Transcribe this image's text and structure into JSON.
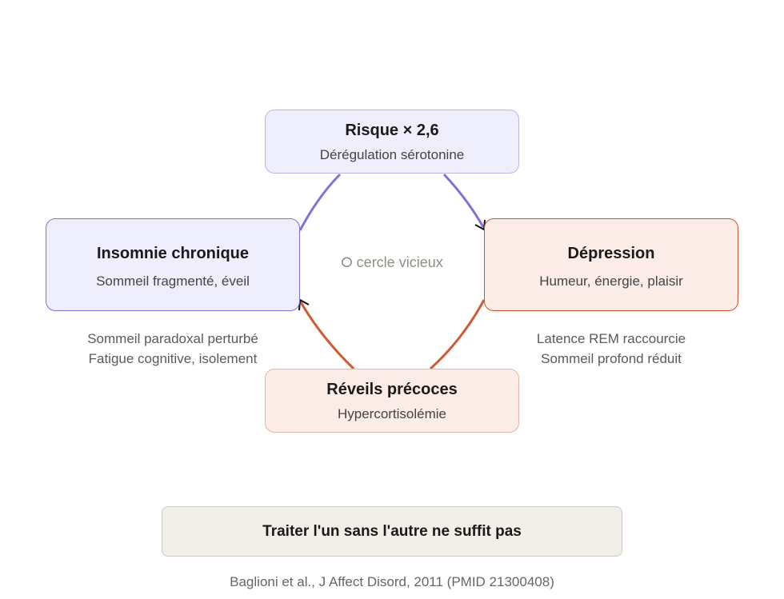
{
  "nodes": {
    "risk": {
      "title": "Risque × 2,6",
      "subtitle": "Dérégulation sérotonine"
    },
    "insomnia": {
      "title": "Insomnie chronique",
      "subtitle": "Sommeil fragmenté, éveil"
    },
    "depression": {
      "title": "Dépression",
      "subtitle": "Humeur, énergie, plaisir"
    },
    "early_waking": {
      "title": "Réveils précoces",
      "subtitle": "Hypercortisolémie"
    }
  },
  "center_label": "⭘ cercle vicieux",
  "notes": {
    "left": [
      "Sommeil paradoxal perturbé",
      "Fatigue cognitive, isolement"
    ],
    "right": [
      "Latence REM raccourcie",
      "Sommeil profond réduit"
    ]
  },
  "conclusion": "Traiter l'un sans l'autre ne suffit pas",
  "citation": "Baglioni et al., J Affect Disord, 2011 (PMID 21300408)",
  "colors": {
    "purple_arrow": "#7f74d3",
    "orange_arrow": "#cf5b34",
    "purple_fill": "#efeefc",
    "orange_fill": "#fbece8"
  }
}
